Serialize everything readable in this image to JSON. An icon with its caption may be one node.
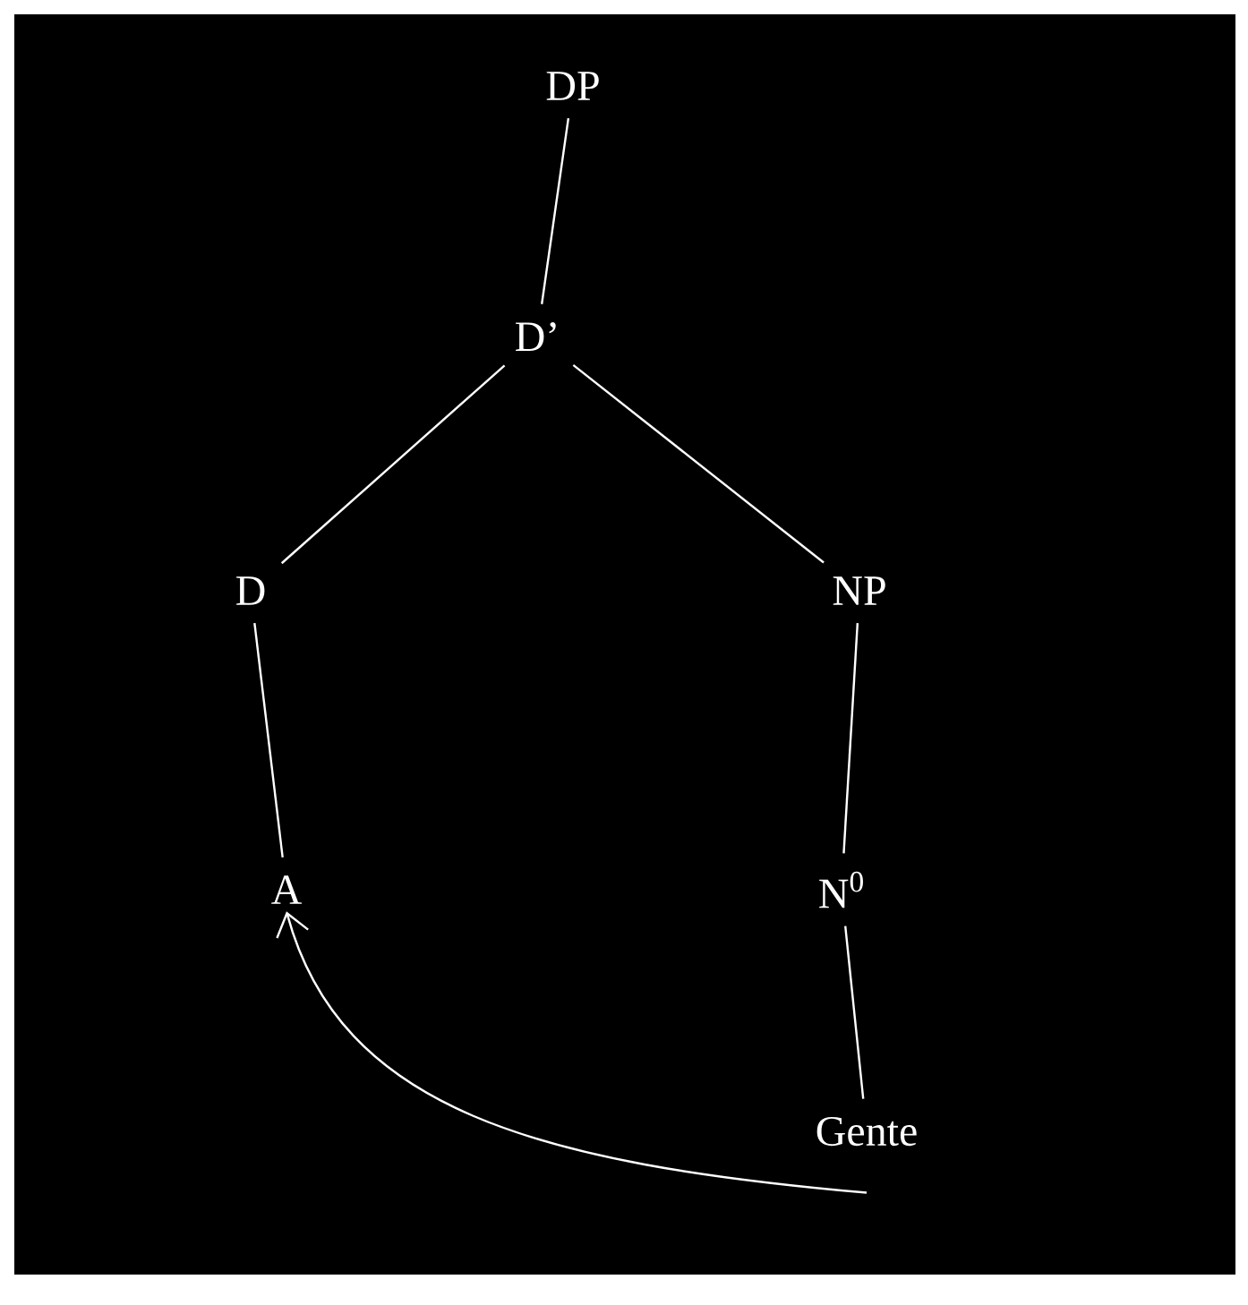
{
  "diagram": {
    "nodes": [
      {
        "text": [
          "DP"
        ]
      },
      {
        "text": [
          "D’"
        ]
      },
      {
        "text": [
          "D"
        ]
      },
      {
        "text": [
          "NP"
        ]
      },
      {
        "text": [
          "A"
        ]
      },
      {
        "text": [
          "N$^{0}$"
        ]
      },
      {
        "text": [
          "Gente"
        ]
      }
    ],
    "edges": [
      {
        "from": 0,
        "to": 1,
        "arrow": "none"
      },
      {
        "from": 1,
        "to": 2,
        "arrow": "none"
      },
      {
        "from": 1,
        "to": 3,
        "arrow": "none"
      },
      {
        "from": 2,
        "to": 4,
        "arrow": "none"
      },
      {
        "from": 3,
        "to": 5,
        "arrow": "none"
      },
      {
        "from": 5,
        "to": 6,
        "arrow": "none"
      },
      {
        "from": 6,
        "to": 4,
        "arrow": "to"
      }
    ]
  }
}
